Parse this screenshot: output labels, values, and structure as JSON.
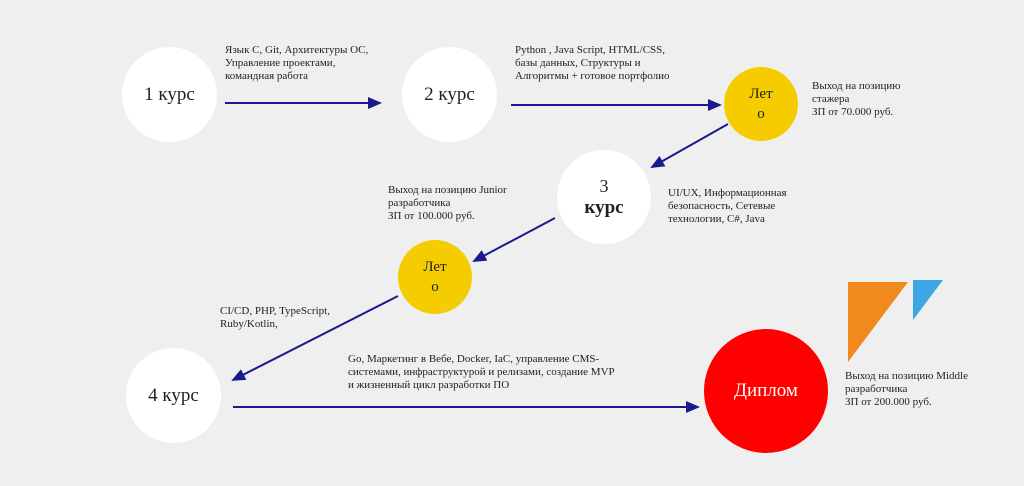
{
  "nodes": {
    "course1": "1 курс",
    "course2": "2 курс",
    "summer1": "Лет\nо",
    "course3_num": "3",
    "course3_word": "курс",
    "summer2": "Лет\nо",
    "course4": "4 курс",
    "diploma": "Диплом"
  },
  "labels": {
    "l1": "Язык С, Git,  Архитектуры ОС,\nУправление проектами,\nкомандная работа",
    "l2": "Python , Java Script, HTML/CSS,\nбазы данных, Структуры и\nАлгоритмы + готовое портфолио",
    "l3": "Выход на позицию\nстажера\nЗП от 70.000 руб.",
    "l4": "UI/UX, Информационная\nбезопасность, Сетевые\nтехнологии,  С#, Java",
    "l5": "Выход на позицию  Junior\nразработчика\nЗП от 100.000 руб.",
    "l6": "CI/CD, PHP, TypeScript,\nRuby/Kotlin,",
    "l7": "Go, Маркетинг в Вебе, Docker,  IaC, управление CMS-\nсистемами, инфраструктурой и релизами, создание MVP\nи жизненный  цикл разработки ПО",
    "l8": "Выход на позицию  Middle\nразработчика\nЗП от 200.000 руб."
  },
  "colors": {
    "arrow": "#1a1a8c",
    "summer": "#f5cc00",
    "diploma": "#ff0000",
    "logo_orange": "#f08a1c",
    "logo_blue": "#3fa6e6"
  }
}
